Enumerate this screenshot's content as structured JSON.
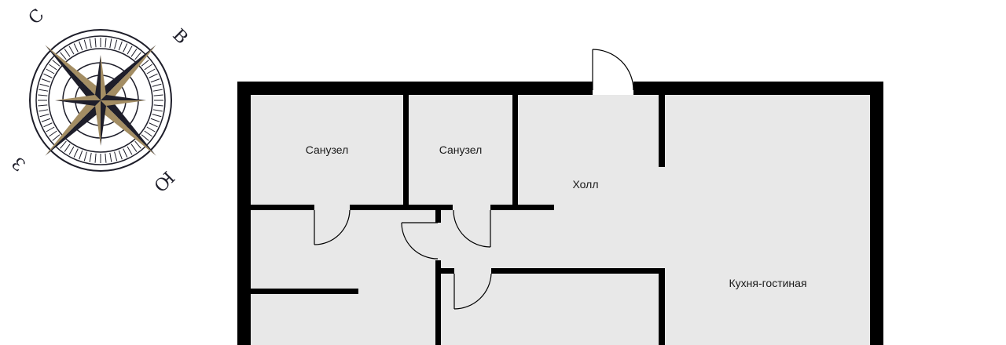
{
  "floorplan": {
    "rooms": [
      {
        "id": "bathroom-1",
        "label": "Санузел"
      },
      {
        "id": "bathroom-2",
        "label": "Санузел"
      },
      {
        "id": "hall",
        "label": "Холл"
      },
      {
        "id": "kitchen-living",
        "label": "Кухня-гостиная"
      }
    ]
  },
  "compass": {
    "north": "С",
    "east": "В",
    "south": "Ю",
    "west": "З"
  },
  "colors": {
    "wall": "#000000",
    "floor": "#e8e8e8",
    "compass_gold": "#a38d63",
    "compass_dark": "#1e1e2a"
  }
}
